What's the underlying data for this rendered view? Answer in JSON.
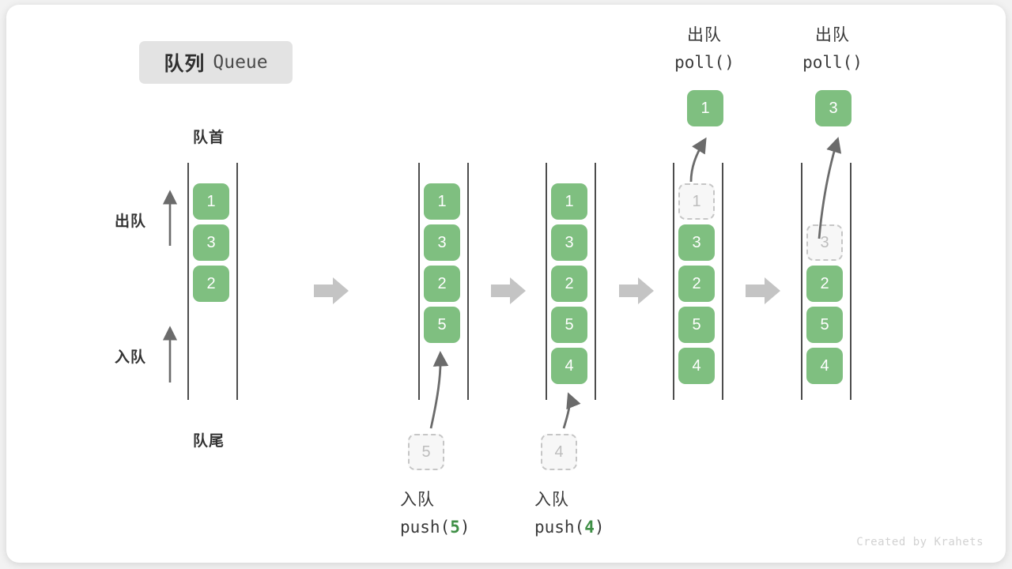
{
  "title": {
    "cn": "队列",
    "en": "Queue"
  },
  "footer": "Created by Krahets",
  "colors": {
    "cell_fill": "#7fbf80",
    "ghost_border": "#c6c6c6",
    "rail": "#4d4d4d",
    "step_arrow": "#c4c4c4",
    "accent_text": "#3f8f46"
  },
  "side_labels": {
    "front": "队首",
    "rear": "队尾",
    "dequeue": "出队",
    "enqueue": "入队"
  },
  "stages": [
    {
      "id": "initial",
      "header": null,
      "cells": [
        {
          "value": "1",
          "state": "filled"
        },
        {
          "value": "3",
          "state": "filled"
        },
        {
          "value": "2",
          "state": "filled"
        }
      ],
      "incoming": null,
      "popped": null,
      "caption": null
    },
    {
      "id": "push-5",
      "header": null,
      "cells": [
        {
          "value": "1",
          "state": "filled"
        },
        {
          "value": "3",
          "state": "filled"
        },
        {
          "value": "2",
          "state": "filled"
        },
        {
          "value": "5",
          "state": "filled"
        }
      ],
      "incoming": {
        "value": "5",
        "state": "ghost"
      },
      "popped": null,
      "caption": {
        "cn": "入队",
        "op": "push(",
        "arg": "5",
        "close": ")"
      }
    },
    {
      "id": "push-4",
      "header": null,
      "cells": [
        {
          "value": "1",
          "state": "filled"
        },
        {
          "value": "3",
          "state": "filled"
        },
        {
          "value": "2",
          "state": "filled"
        },
        {
          "value": "5",
          "state": "filled"
        },
        {
          "value": "4",
          "state": "filled"
        }
      ],
      "incoming": {
        "value": "4",
        "state": "ghost"
      },
      "popped": null,
      "caption": {
        "cn": "入队",
        "op": "push(",
        "arg": "4",
        "close": ")"
      }
    },
    {
      "id": "poll-1",
      "header": {
        "cn": "出队",
        "op": "poll()"
      },
      "cells": [
        {
          "value": "1",
          "state": "ghost"
        },
        {
          "value": "3",
          "state": "filled"
        },
        {
          "value": "2",
          "state": "filled"
        },
        {
          "value": "5",
          "state": "filled"
        },
        {
          "value": "4",
          "state": "filled"
        }
      ],
      "incoming": null,
      "popped": {
        "value": "1"
      },
      "caption": null
    },
    {
      "id": "poll-3",
      "header": {
        "cn": "出队",
        "op": "poll()"
      },
      "cells": [
        {
          "value": "",
          "state": "empty"
        },
        {
          "value": "3",
          "state": "ghost"
        },
        {
          "value": "2",
          "state": "filled"
        },
        {
          "value": "5",
          "state": "filled"
        },
        {
          "value": "4",
          "state": "filled"
        }
      ],
      "incoming": null,
      "popped": {
        "value": "3"
      },
      "caption": null
    }
  ]
}
